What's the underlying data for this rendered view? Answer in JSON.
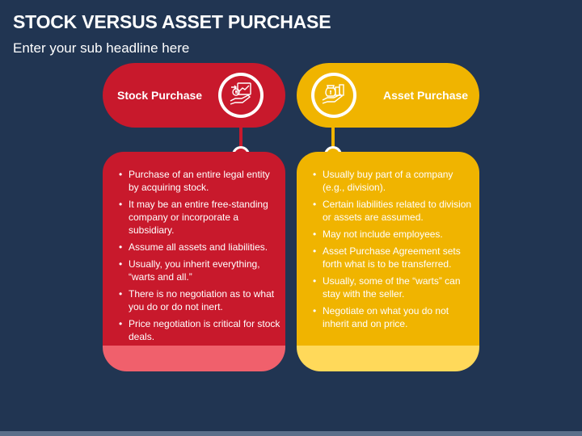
{
  "header": {
    "title": "STOCK VERSUS ASSET PURCHASE",
    "subtitle": "Enter your sub headline here"
  },
  "colors": {
    "background": "#213552",
    "stock_main": "#c8192c",
    "stock_foot": "#f0606c",
    "asset_main": "#f0b400",
    "asset_foot": "#ffd95a"
  },
  "stock": {
    "label": "Stock Purchase",
    "icon": "money-hand-chart-icon",
    "points": [
      "Purchase of an entire legal entity by acquiring stock.",
      "It may be an entire free-standing company or incorporate a subsidiary.",
      "Assume all assets and liabilities.",
      "Usually, you inherit everything, “warts and all.”",
      "There is no negotiation as to what you do or do not inert.",
      "Price negotiation is critical for stock deals."
    ]
  },
  "asset": {
    "label": "Asset Purchase",
    "icon": "money-bag-hand-icon",
    "points": [
      "Usually buy part of a company (e.g., division).",
      "Certain liabilities related to division or assets are assumed.",
      "May not include employees.",
      "Asset Purchase Agreement sets forth what is to be transferred.",
      "Usually, some of the “warts” can stay with the seller.",
      "Negotiate on what you do not inherit and on price."
    ]
  }
}
